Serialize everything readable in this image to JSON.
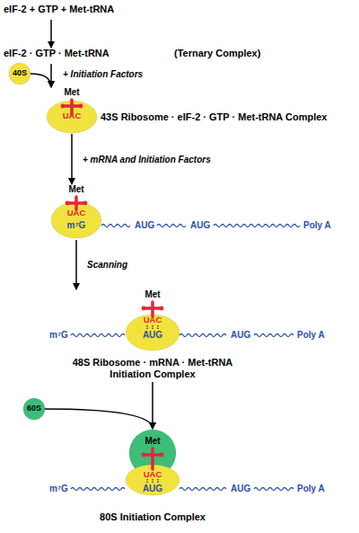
{
  "diagram": {
    "nodes": [
      {
        "text": [
          "eIF-2 + GTP + Met-tRNA"
        ]
      },
      {
        "text": [
          "eIF-2 · GTP · Met-tRNA",
          "(Ternary Complex)"
        ]
      },
      {
        "text": [
          "40S"
        ]
      },
      {
        "text": [
          "Met",
          "UAC",
          "43S Ribosome · eIF-2 · GTP · Met-tRNA Complex"
        ]
      },
      {
        "text": [
          "Met",
          "UAC",
          "m⁷G",
          "AUG",
          "AUG",
          "Poly A"
        ]
      },
      {
        "text": [
          "Met",
          "UAC",
          "m⁷G",
          "AUG",
          "AUG",
          "Poly A",
          "48S Ribosome · mRNA · Met-tRNA Initiation Complex"
        ]
      },
      {
        "text": [
          "60S"
        ]
      },
      {
        "text": [
          "Met",
          "UAC",
          "m⁷G",
          "AUG",
          "AUG",
          "Poly A",
          "80S Initiation Complex"
        ]
      }
    ],
    "edges": [
      {
        "from": 0,
        "to": 1,
        "arrow": "to"
      },
      {
        "from": 1,
        "to": 3,
        "arrow": "to",
        "label": "+ Initiation Factors"
      },
      {
        "from": 2,
        "to": 3,
        "arrow": "to"
      },
      {
        "from": 3,
        "to": 4,
        "arrow": "to",
        "label": "+ mRNA and Initiation Factors"
      },
      {
        "from": 4,
        "to": 5,
        "arrow": "to",
        "label": "Scanning"
      },
      {
        "from": 5,
        "to": 7,
        "arrow": "to"
      },
      {
        "from": 6,
        "to": 7,
        "arrow": "to"
      }
    ]
  }
}
